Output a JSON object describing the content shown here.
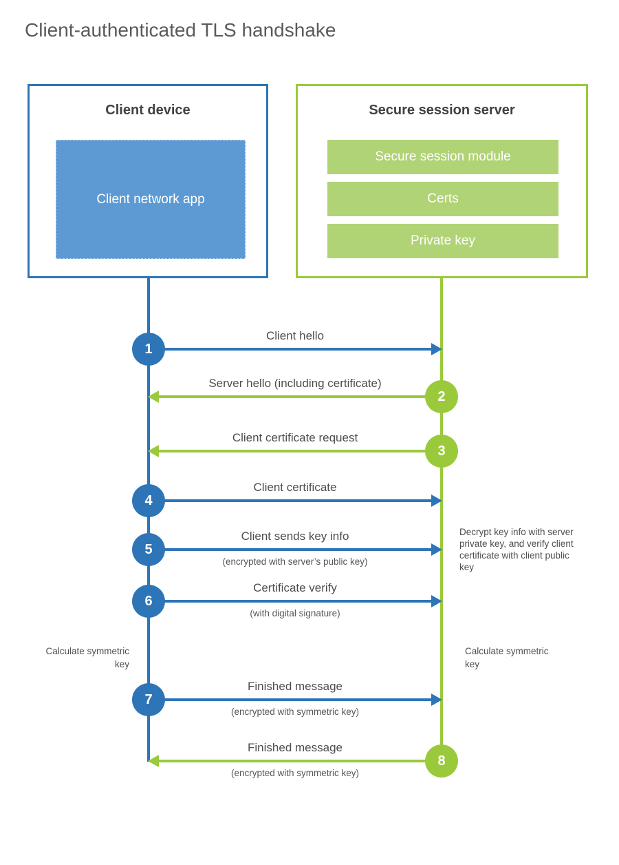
{
  "title": "Client-authenticated TLS handshake",
  "client": {
    "heading": "Client device",
    "app_label": "Client network app"
  },
  "server": {
    "heading": "Secure session server",
    "modules": [
      "Secure session module",
      "Certs",
      "Private key"
    ]
  },
  "messages": [
    {
      "number": "1",
      "from": "client",
      "to": "server",
      "label": "Client hello",
      "sublabel": ""
    },
    {
      "number": "2",
      "from": "server",
      "to": "client",
      "label": "Server hello (including certificate)",
      "sublabel": ""
    },
    {
      "number": "3",
      "from": "server",
      "to": "client",
      "label": "Client certificate request",
      "sublabel": ""
    },
    {
      "number": "4",
      "from": "client",
      "to": "server",
      "label": "Client certificate",
      "sublabel": ""
    },
    {
      "number": "5",
      "from": "client",
      "to": "server",
      "label": "Client sends key info",
      "sublabel": "(encrypted with server’s public key)"
    },
    {
      "number": "6",
      "from": "client",
      "to": "server",
      "label": "Certificate verify",
      "sublabel": "(with digital signature)"
    },
    {
      "number": "7",
      "from": "client",
      "to": "server",
      "label": "Finished message",
      "sublabel": "(encrypted with symmetric key)"
    },
    {
      "number": "8",
      "from": "server",
      "to": "client",
      "label": "Finished message",
      "sublabel": "(encrypted with symmetric key)"
    }
  ],
  "annotations": {
    "decrypt_note": "Decrypt key info with server private key, and verify client certificate with client public key",
    "calculate_left": "Calculate symmetric key",
    "calculate_right": "Calculate symmetric key"
  },
  "colors": {
    "blue_line": "#2e75b8",
    "blue_fill": "#5d9ad3",
    "green_line": "#9aca3c",
    "green_fill": "#b0d375",
    "heading_text": "#414042",
    "title_text": "#595a5c"
  }
}
